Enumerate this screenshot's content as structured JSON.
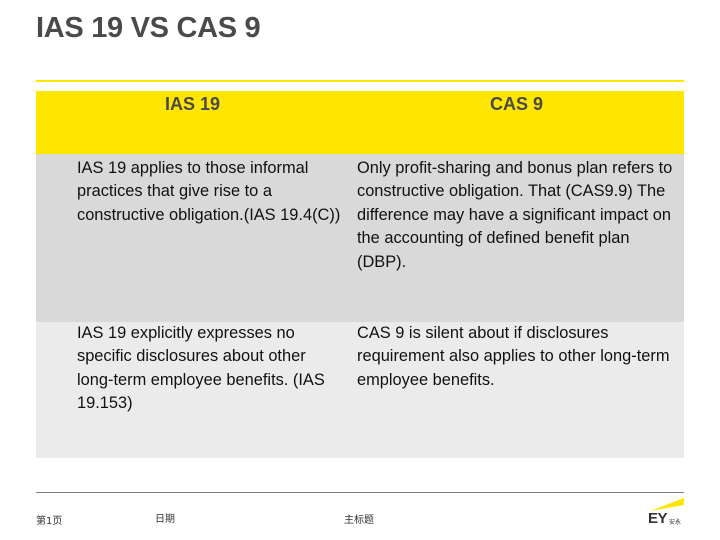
{
  "title": "IAS 19 VS CAS 9",
  "table": {
    "headers": [
      "IAS 19",
      "CAS 9"
    ],
    "rows": [
      {
        "ias": "IAS 19 applies to those informal practices that give rise to a constructive obligation.(IAS 19.4(C))",
        "cas": "Only profit-sharing and bonus plan refers to constructive obligation. That (CAS9.9) The difference may have a significant impact on the accounting of defined benefit plan (DBP)."
      },
      {
        "ias": "IAS 19 explicitly expresses no specific disclosures about other long-term employee benefits. (IAS 19.153)",
        "cas": "CAS 9 is silent about if disclosures requirement also applies to other long-term employee benefits."
      }
    ]
  },
  "footer": {
    "page": "第1页",
    "date": "日期",
    "main_title": "主标题",
    "logo": "EY",
    "logo_sub": "安永"
  },
  "colors": {
    "accent_yellow": "#ffe600",
    "row1_gray": "#d9d9d9",
    "row2_gray": "#ebebeb",
    "title_gray": "#4a4a4a"
  }
}
